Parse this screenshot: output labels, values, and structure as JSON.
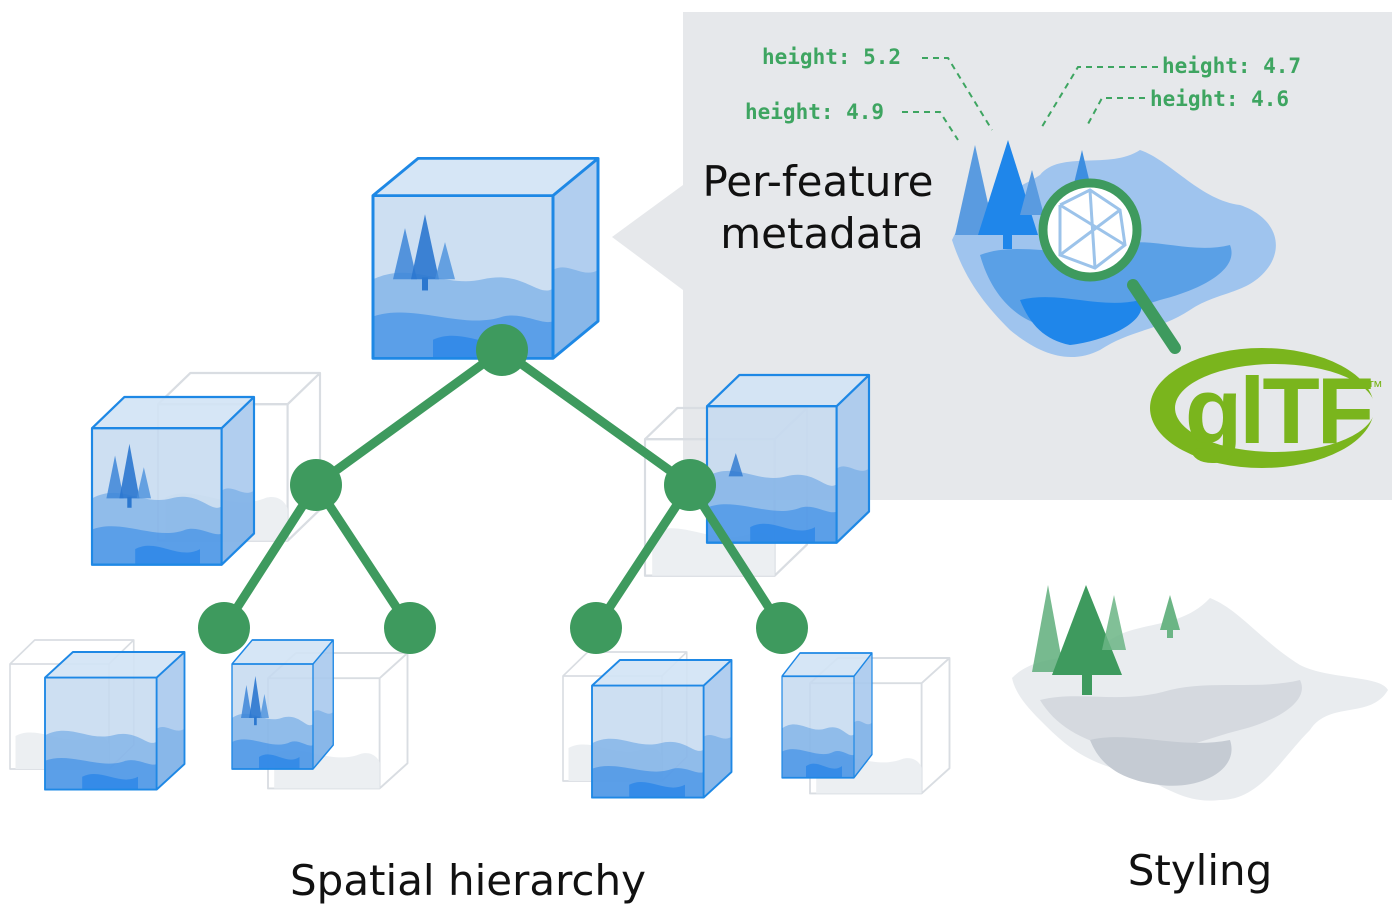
{
  "callout": {
    "title_line1": "Per-feature",
    "title_line2": "metadata",
    "heights": {
      "h1": "height: 5.2",
      "h2": "height: 4.9",
      "h3": "height: 4.7",
      "h4": "height: 4.6"
    },
    "logo_text": "glTF",
    "logo_tm": "™"
  },
  "labels": {
    "spatial": "Spatial hierarchy",
    "styling": "Styling"
  },
  "colors": {
    "panel": "#e6e8eb",
    "tree_green": "#3e9a5e",
    "cube_blue": "#1e88e5",
    "cube_fill": "#b9d3ee",
    "metadata_text": "#3ea561",
    "gltf_green": "#7ab51d",
    "ghost": "#d7dbe0"
  }
}
